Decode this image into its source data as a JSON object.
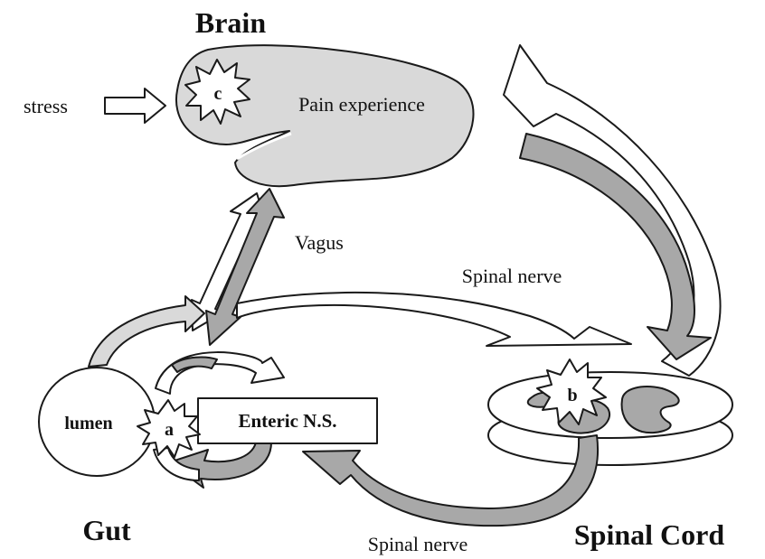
{
  "labels": {
    "brain": "Brain",
    "stress": "stress",
    "pain_experience": "Pain experience",
    "c": "c",
    "vagus": "Vagus",
    "spinal_nerve_top": "Spinal nerve",
    "lumen": "lumen",
    "a": "a",
    "enteric": "Enteric N.S.",
    "b": "b",
    "gut": "Gut",
    "spinal_nerve_bottom": "Spinal nerve",
    "spinal_cord": "Spinal Cord"
  },
  "colors": {
    "fill_light": "#d9d9d9",
    "fill_medium": "#a8a8a8",
    "fill_white": "#ffffff",
    "stroke": "#1a1a1a"
  }
}
